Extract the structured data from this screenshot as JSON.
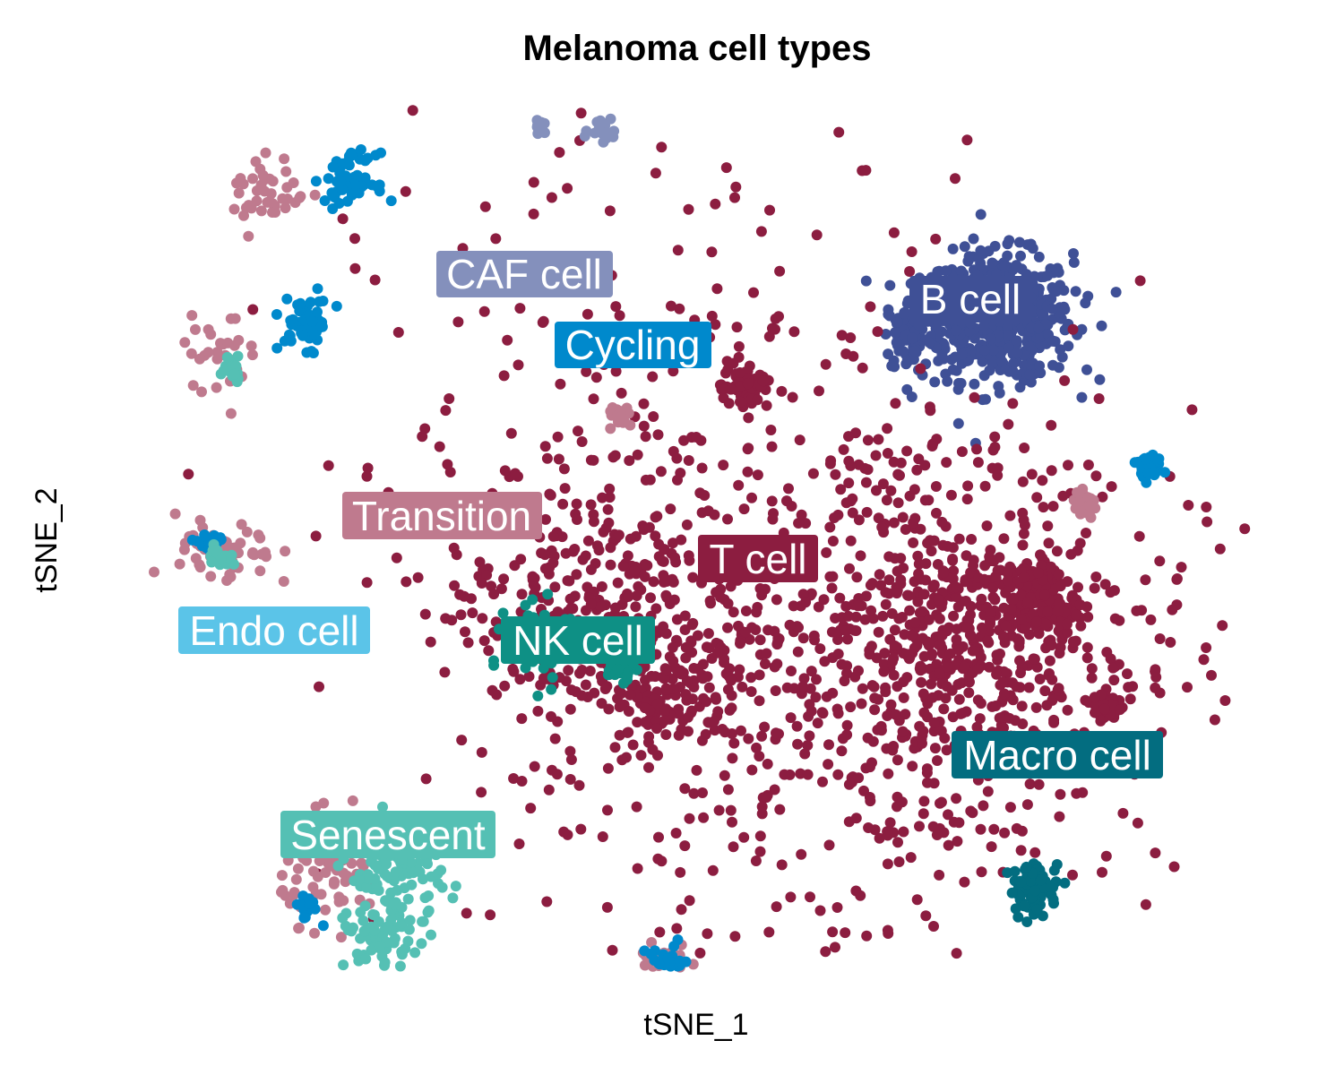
{
  "chart_data": {
    "type": "scatter",
    "title": "Melanoma cell types",
    "xlabel": "tSNE_1",
    "ylabel": "tSNE_2",
    "grid": false,
    "axes_visible": false,
    "legend": "none",
    "clusters": [
      {
        "name": "B cell",
        "color": "#3F5096",
        "groups": [
          [
            48,
            38,
            60,
            6,
            5
          ],
          [
            34,
            35,
            8,
            2,
            3
          ],
          [
            -8,
            36,
            3,
            1,
            0
          ]
        ]
      },
      {
        "name": "T cell",
        "color": "#8C1D40",
        "groups": [
          [
            0,
            -2,
            40,
            27,
            38
          ],
          [
            42,
            -14,
            27,
            9,
            12
          ],
          [
            35,
            -15,
            60,
            22,
            19
          ],
          [
            55,
            -8,
            14,
            3,
            3
          ],
          [
            8,
            27,
            6,
            2,
            2
          ],
          [
            -16,
            -8,
            30,
            12,
            12
          ],
          [
            -5,
            -22,
            9,
            5,
            5
          ],
          [
            65,
            -24,
            7,
            1,
            1
          ]
        ]
      },
      {
        "name": "Transition",
        "color": "#BF7A8E",
        "groups": [
          [
            -68,
            58,
            4,
            3,
            3
          ],
          [
            -76,
            32,
            3,
            3,
            3
          ],
          [
            -75,
            0,
            5,
            4,
            3
          ],
          [
            -58,
            -50,
            8,
            4,
            4
          ],
          [
            -12,
            22,
            2,
            1,
            1
          ],
          [
            2,
            86,
            1,
            1,
            1
          ],
          [
            62,
            8,
            5,
            1,
            1
          ],
          [
            -5,
            -66,
            5,
            2,
            2
          ]
        ]
      },
      {
        "name": "CAF cell",
        "color": "#8490BC",
        "groups": [
          [
            -15,
            68,
            2,
            1,
            1
          ],
          [
            -25,
            69,
            1,
            1,
            1
          ]
        ]
      },
      {
        "name": "Cycling",
        "color": "#0089CC",
        "groups": [
          [
            0,
            88,
            4,
            1,
            1
          ],
          [
            -55,
            60,
            6,
            2,
            2
          ],
          [
            -62,
            37,
            6,
            2,
            2
          ],
          [
            72,
            14,
            5,
            1,
            1
          ],
          [
            -78,
            2,
            2,
            1,
            1
          ],
          [
            -62,
            -56,
            2,
            1,
            1
          ],
          [
            -5,
            -66,
            3,
            2,
            2
          ]
        ]
      },
      {
        "name": "Endo cell",
        "color": "#5BC4E8",
        "groups": [
          [
            -96,
            -24,
            4,
            1,
            1
          ]
        ]
      },
      {
        "name": "NK cell",
        "color": "#0E9085",
        "groups": [
          [
            -24,
            -14,
            8,
            3,
            3
          ],
          [
            -12,
            -18,
            4,
            1,
            1
          ]
        ]
      },
      {
        "name": "Senescent",
        "color": "#55C0B4",
        "groups": [
          [
            -48,
            -50,
            12,
            4,
            4
          ],
          [
            -50,
            -62,
            7,
            3,
            3
          ],
          [
            -74,
            30,
            2,
            1,
            1
          ],
          [
            -76,
            0,
            2,
            1,
            1
          ],
          [
            0,
            -68,
            1,
            1,
            1
          ]
        ]
      },
      {
        "name": "Macro cell",
        "color": "#036D80",
        "groups": [
          [
            54,
            -53,
            8,
            2,
            2
          ]
        ]
      }
    ]
  },
  "labels": {
    "b": "B cell",
    "t": "T cell",
    "transition": "Transition",
    "caf": "CAF cell",
    "cycling": "Cycling",
    "endo": "Endo cell",
    "nk": "NK cell",
    "senescent": "Senescent",
    "macro": "Macro cell"
  }
}
